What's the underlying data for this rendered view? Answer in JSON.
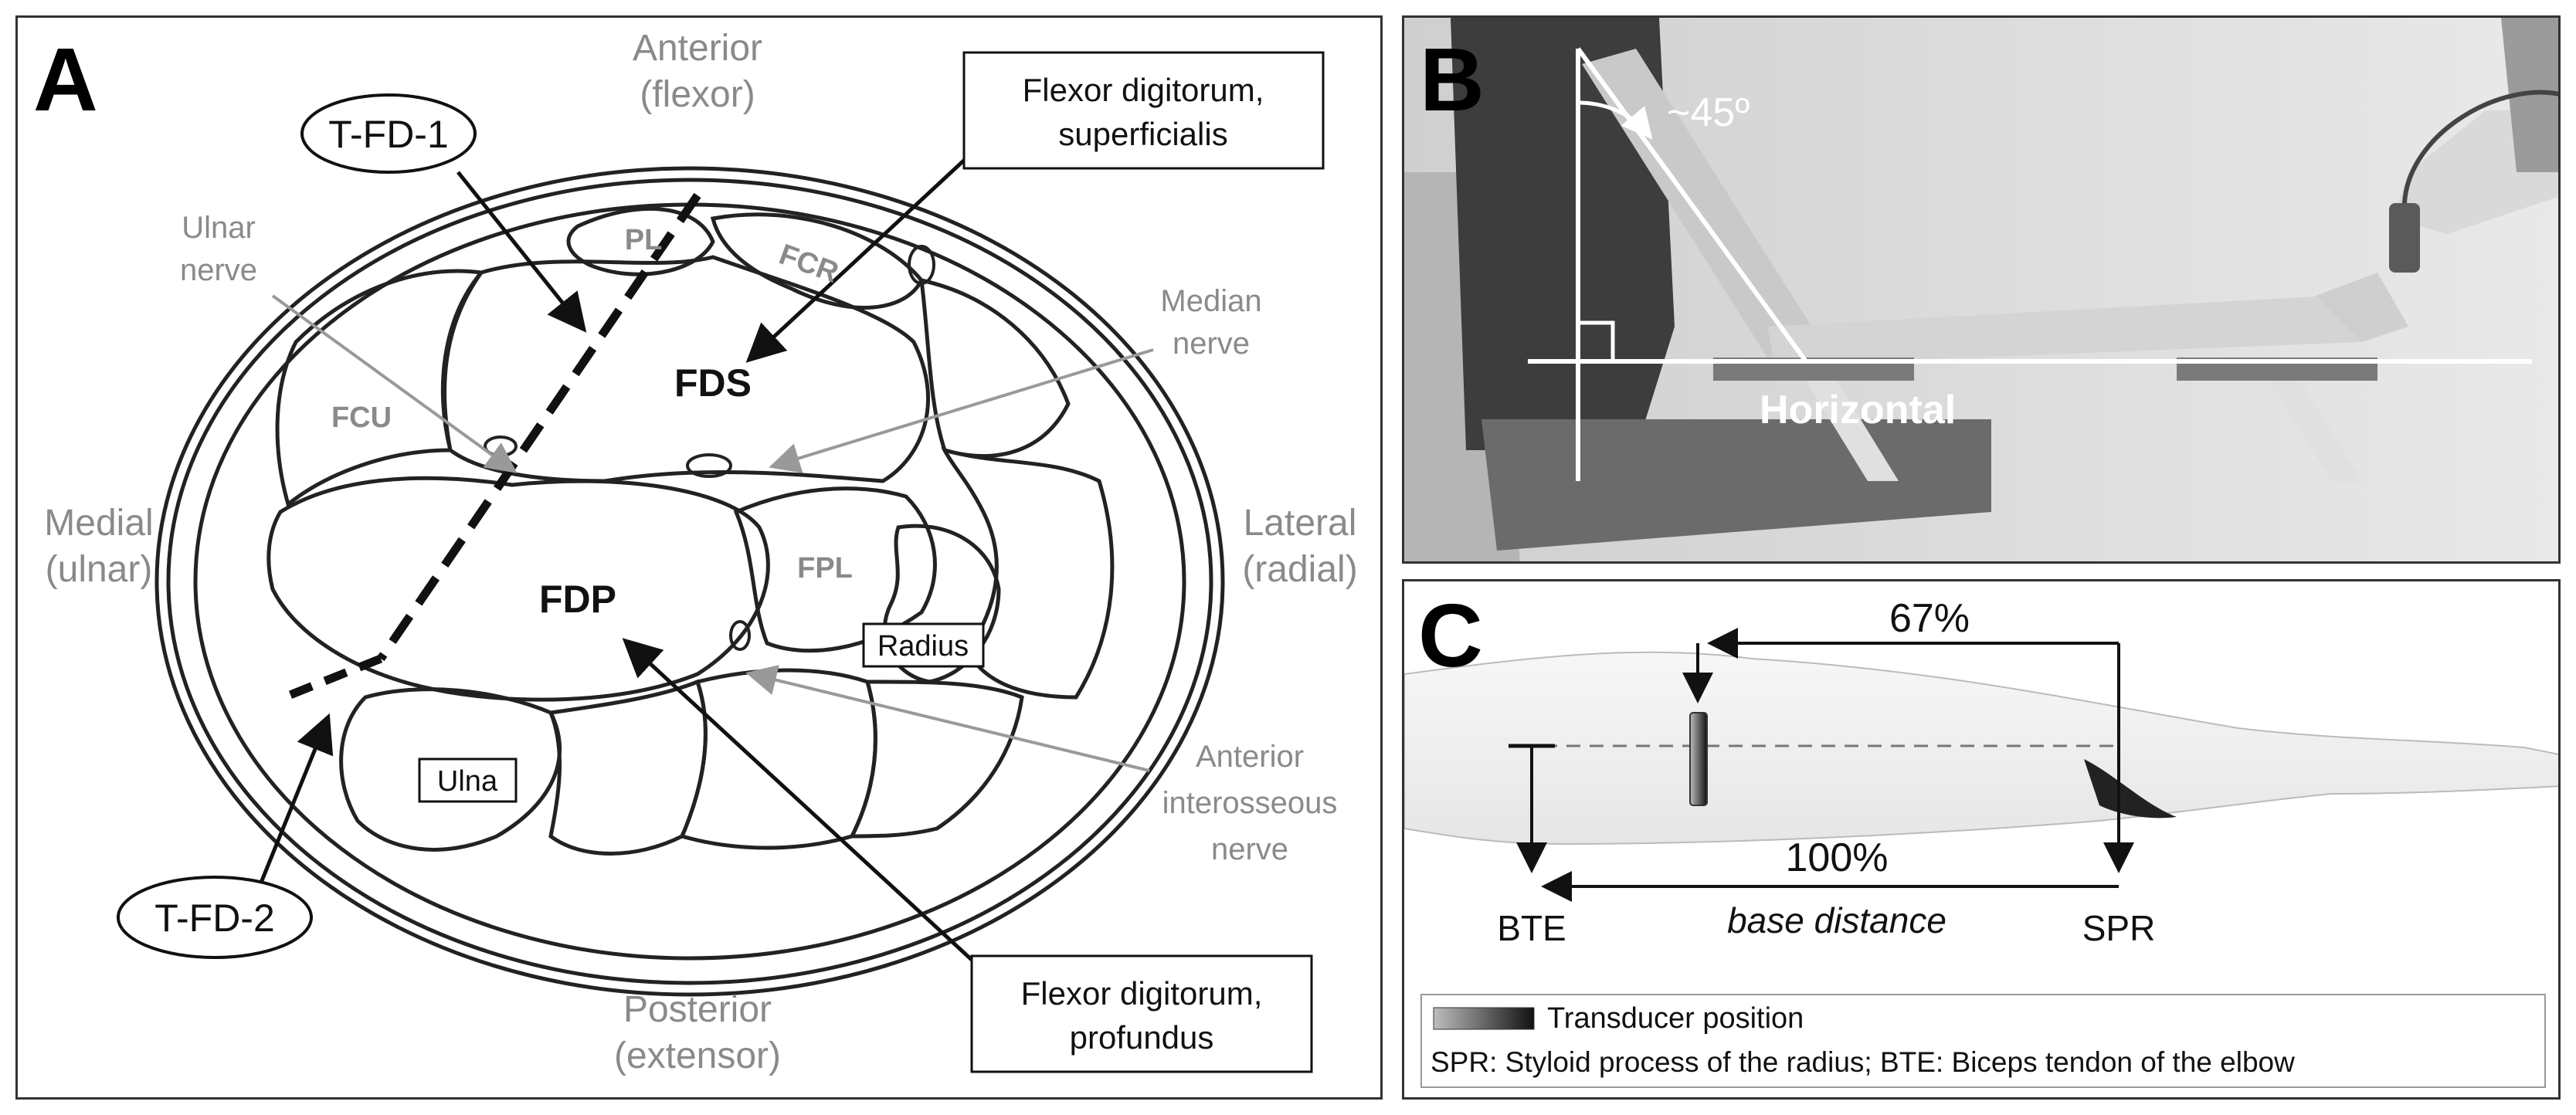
{
  "panel_a": {
    "label": "A",
    "directions": {
      "anterior": [
        "Anterior",
        "(flexor)"
      ],
      "posterior": [
        "Posterior",
        "(extensor)"
      ],
      "medial": [
        "Medial",
        "(ulnar)"
      ],
      "lateral": [
        "Lateral",
        "(radial)"
      ]
    },
    "nerves": {
      "ulnar": [
        "Ulnar",
        "nerve"
      ],
      "median": [
        "Median",
        "nerve"
      ],
      "interosseous": [
        "Anterior",
        "interosseous",
        "nerve"
      ]
    },
    "muscles": {
      "pl": "PL",
      "fcr": "FCR",
      "fcu": "FCU",
      "fpl": "FPL",
      "fds": "FDS",
      "fdp": "FDP"
    },
    "bones": {
      "radius": "Radius",
      "ulna": "Ulna"
    },
    "callouts": {
      "fds_full": [
        "Flexor digitorum,",
        "superficialis"
      ],
      "fdp_full": [
        "Flexor digitorum,",
        "profundus"
      ]
    },
    "markers": {
      "tfd1": "T-FD-1",
      "tfd2": "T-FD-2"
    }
  },
  "panel_b": {
    "label": "B",
    "angle": "~45º",
    "horizontal": "Horizontal"
  },
  "panel_c": {
    "label": "C",
    "percent_67": "67%",
    "percent_100": "100%",
    "base_distance": "base distance",
    "bte": "BTE",
    "spr": "SPR",
    "legend": {
      "transducer": "Transducer position",
      "abbrev": "SPR: Styloid process of the radius; BTE: Biceps tendon of the elbow"
    }
  }
}
